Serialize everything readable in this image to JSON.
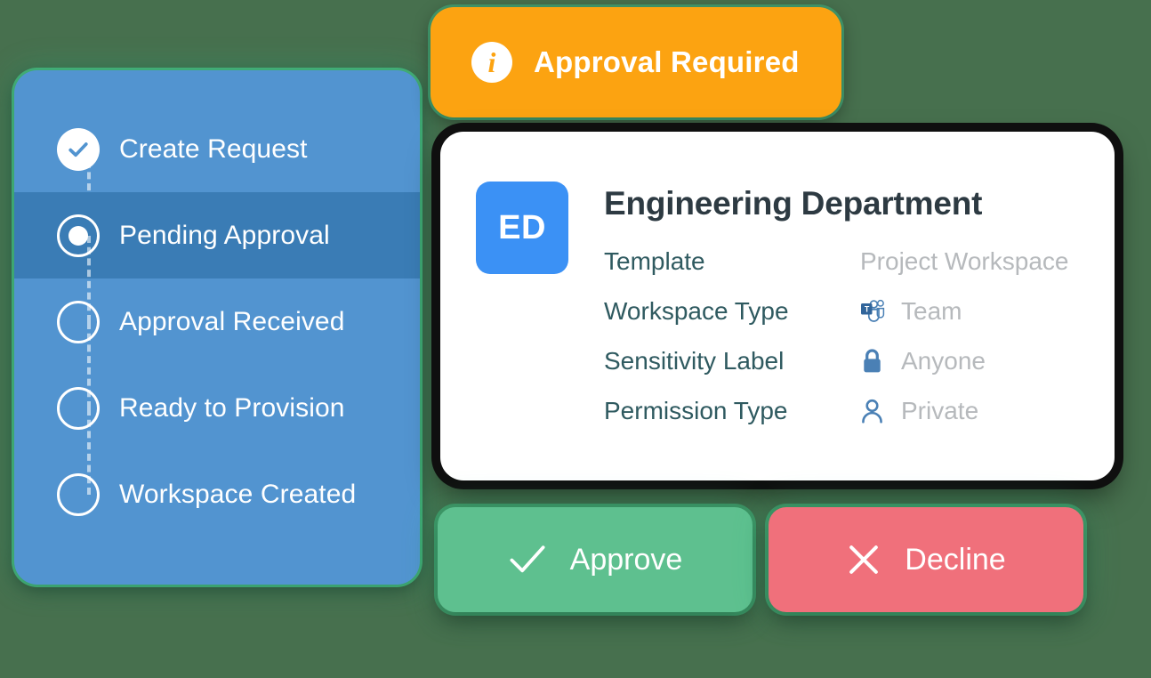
{
  "colors": {
    "page_background": "#47704E",
    "stepper_panel": "#5294D0",
    "stepper_active_row": "#3A7CB5",
    "banner": "#FCA311",
    "avatar": "#3B91F5",
    "card_title": "#2D3A42",
    "detail_label": "#2F5A60",
    "detail_value": "#B6B9BC",
    "approve": "#5EC08F",
    "decline": "#F0707B",
    "icon_blue": "#4A80B5"
  },
  "banner": {
    "icon": "info-circle-icon",
    "text": "Approval Required"
  },
  "stepper": {
    "steps": [
      {
        "label": "Create Request",
        "state": "done",
        "marker": "check-circle-icon"
      },
      {
        "label": "Pending Approval",
        "state": "current",
        "marker": "radio-selected-icon"
      },
      {
        "label": "Approval Received",
        "state": "todo",
        "marker": "circle-outline-icon"
      },
      {
        "label": "Ready to Provision",
        "state": "todo",
        "marker": "circle-outline-icon"
      },
      {
        "label": "Workspace Created",
        "state": "todo",
        "marker": "circle-outline-icon"
      }
    ]
  },
  "card": {
    "avatar_initials": "ED",
    "title": "Engineering Department",
    "details": [
      {
        "label": "Template",
        "value": "Project Workspace",
        "icon": null
      },
      {
        "label": "Workspace Type",
        "value": "Team",
        "icon": "microsoft-teams-icon"
      },
      {
        "label": "Sensitivity Label",
        "value": "Anyone",
        "icon": "lock-icon"
      },
      {
        "label": "Permission Type",
        "value": "Private",
        "icon": "person-icon"
      }
    ]
  },
  "actions": {
    "approve": {
      "label": "Approve",
      "icon": "check-icon"
    },
    "decline": {
      "label": "Decline",
      "icon": "x-icon"
    }
  }
}
